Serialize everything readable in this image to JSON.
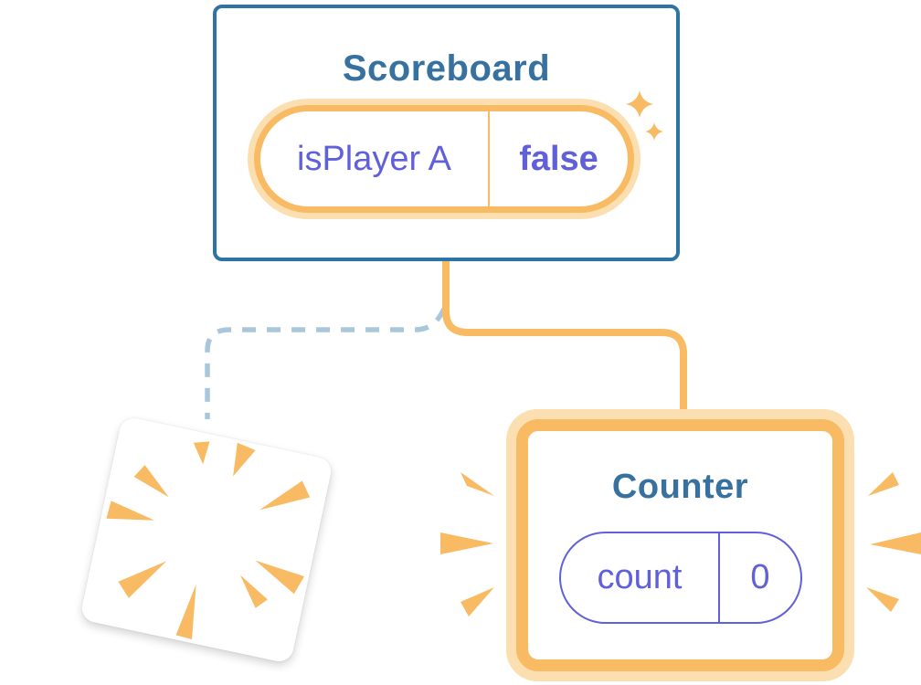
{
  "colors": {
    "blue-border": "#2e73a3",
    "blue-text": "#36719f",
    "purple": "#6060da",
    "orange": "#f8ba62",
    "orange-glow": "#fbdfb1",
    "dash-blue": "#a9c7da",
    "card-bg": "#ffffff"
  },
  "scoreboard": {
    "title": "Scoreboard",
    "state": {
      "name": "isPlayer A",
      "value": "false"
    }
  },
  "counter": {
    "title": "Counter",
    "state": {
      "name": "count",
      "value": "0"
    }
  },
  "icons": {
    "sparkle": "sparkle-icon",
    "explosion": "explosion-burst-icon",
    "emphasis": "emphasis-burst-icon"
  }
}
